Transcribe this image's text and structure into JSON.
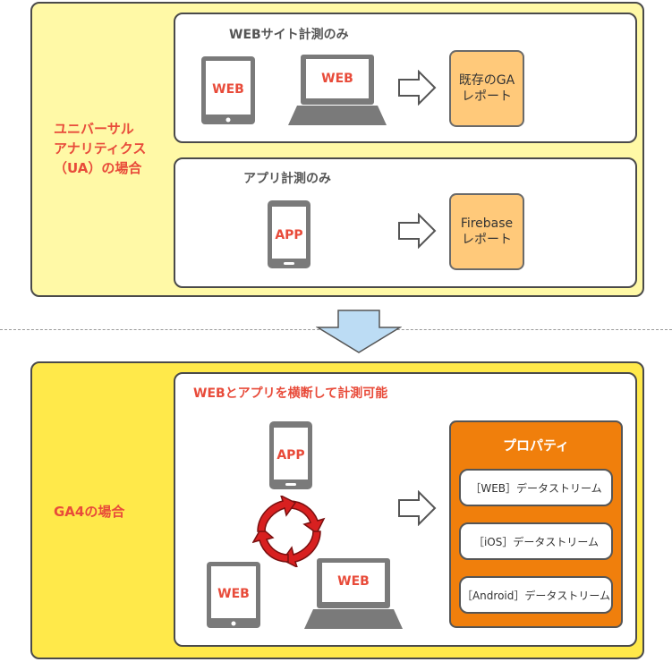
{
  "top_section": {
    "label_lines": [
      "ユニバーサル",
      "アナリティクス",
      "（UA）の場合"
    ],
    "web_panel": {
      "title": "WEBサイト計測のみ",
      "tablet_label": "WEB",
      "laptop_label": "WEB",
      "report_lines": [
        "既存のGA",
        "レポート"
      ]
    },
    "app_panel": {
      "title": "アプリ計測のみ",
      "phone_label": "APP",
      "report_lines": [
        "Firebase",
        "レポート"
      ]
    }
  },
  "bottom_section": {
    "label": "GA4の場合",
    "panel_title": "WEBとアプリを横断して計測可能",
    "phone_label": "APP",
    "tablet_label": "WEB",
    "laptop_label": "WEB",
    "property": {
      "title": "プロパティ",
      "streams": [
        "［WEB］データストリーム",
        "［iOS］データストリーム",
        "［Android］データストリーム"
      ]
    }
  },
  "colors": {
    "top_bg": "#fff9a6",
    "bottom_bg": "#ffe94a",
    "accent_red": "#e84b3a",
    "report_orange": "#ffc97a",
    "property_orange": "#f07f0c",
    "arrow_blue": "#bcdcf4"
  }
}
